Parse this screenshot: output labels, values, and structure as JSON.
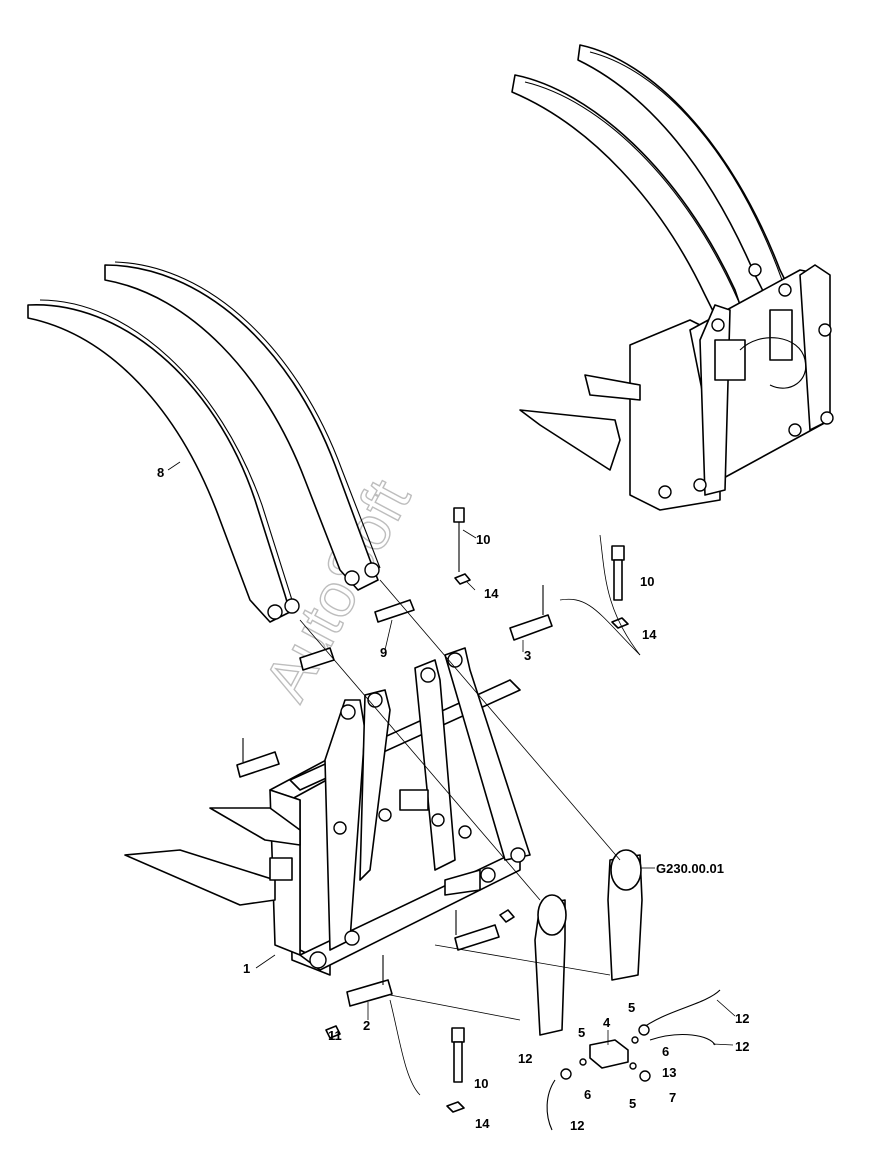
{
  "watermark": "AutoSoft",
  "callouts": [
    {
      "id": "c1",
      "text": "1"
    },
    {
      "id": "c2",
      "text": "2"
    },
    {
      "id": "c3",
      "text": "3"
    },
    {
      "id": "c4",
      "text": "4"
    },
    {
      "id": "c5a",
      "text": "5"
    },
    {
      "id": "c5b",
      "text": "5"
    },
    {
      "id": "c5c",
      "text": "5"
    },
    {
      "id": "c6a",
      "text": "6"
    },
    {
      "id": "c6b",
      "text": "6"
    },
    {
      "id": "c7",
      "text": "7"
    },
    {
      "id": "c8",
      "text": "8"
    },
    {
      "id": "c9",
      "text": "9"
    },
    {
      "id": "c10a",
      "text": "10"
    },
    {
      "id": "c10b",
      "text": "10"
    },
    {
      "id": "c10c",
      "text": "10"
    },
    {
      "id": "c11",
      "text": "11"
    },
    {
      "id": "c12a",
      "text": "12"
    },
    {
      "id": "c12b",
      "text": "12"
    },
    {
      "id": "c12c",
      "text": "12"
    },
    {
      "id": "c12d",
      "text": "12"
    },
    {
      "id": "c13",
      "text": "13"
    },
    {
      "id": "c14a",
      "text": "14"
    },
    {
      "id": "c14b",
      "text": "14"
    },
    {
      "id": "c14c",
      "text": "14"
    },
    {
      "id": "cg",
      "text": "G230.00.01"
    }
  ]
}
